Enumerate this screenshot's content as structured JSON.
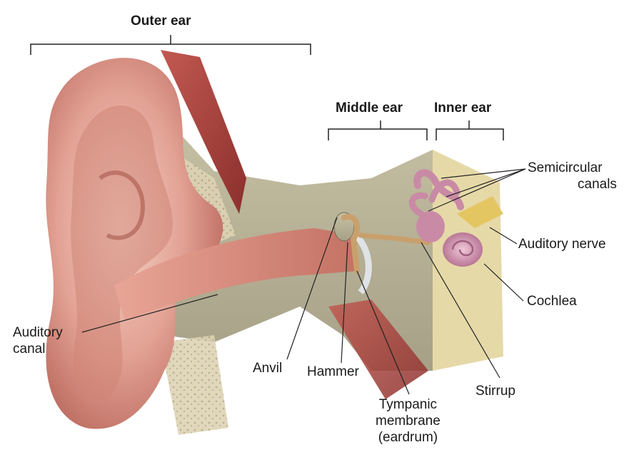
{
  "headers": {
    "outer_ear": "Outer ear",
    "middle_ear": "Middle ear",
    "inner_ear": "Inner ear"
  },
  "labels": {
    "semicircular_canals": [
      "Semicircular",
      "canals"
    ],
    "auditory_nerve": "Auditory nerve",
    "cochlea": "Cochlea",
    "auditory_canal": [
      "Auditory",
      "canal"
    ],
    "anvil": "Anvil",
    "hammer": "Hammer",
    "tympanic_membrane": [
      "Tympanic",
      "membrane",
      "(eardrum)"
    ],
    "stirrup": "Stirrup"
  },
  "colors": {
    "skin_light": "#f1c6b6",
    "skin_mid": "#d98f80",
    "skin_dark": "#a2564c",
    "bone": "#bdb79c",
    "bone_dark": "#8e8a72",
    "muscle": "#b5453f",
    "ossicle": "#c9a06c",
    "labyrinth": "#c98aa6",
    "nerve": "#e2c25a",
    "line": "#222222"
  }
}
